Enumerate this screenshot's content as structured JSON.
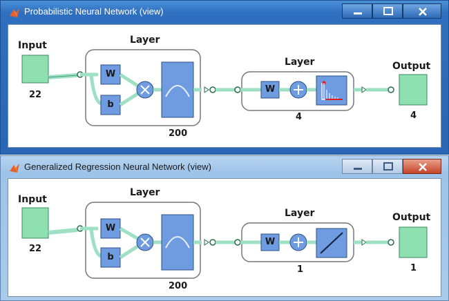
{
  "windows": [
    {
      "title": "Probabilistic Neural Network (view)",
      "input_label": "Input",
      "input_size": "22",
      "layer1_title": "Layer",
      "layer1_weight": "W",
      "layer1_bias": "b",
      "layer1_size": "200",
      "layer2_title": "Layer",
      "layer2_weight": "W",
      "layer2_size": "4",
      "output_label": "Output",
      "output_size": "4",
      "transfer2_icon": "compet-icon"
    },
    {
      "title": "Generalized Regression Neural Network (view)",
      "input_label": "Input",
      "input_size": "22",
      "layer1_title": "Layer",
      "layer1_weight": "W",
      "layer1_bias": "b",
      "layer1_size": "200",
      "layer2_title": "Layer",
      "layer2_weight": "W",
      "layer2_size": "1",
      "output_label": "Output",
      "output_size": "1",
      "transfer2_icon": "purelin-icon"
    }
  ],
  "colors": {
    "io_box": "#8fe0b0",
    "block": "#6f9be0",
    "connector": "#8fd6b6",
    "frame_active": "#2f6fbf",
    "frame_inactive": "#a9cbe9"
  }
}
